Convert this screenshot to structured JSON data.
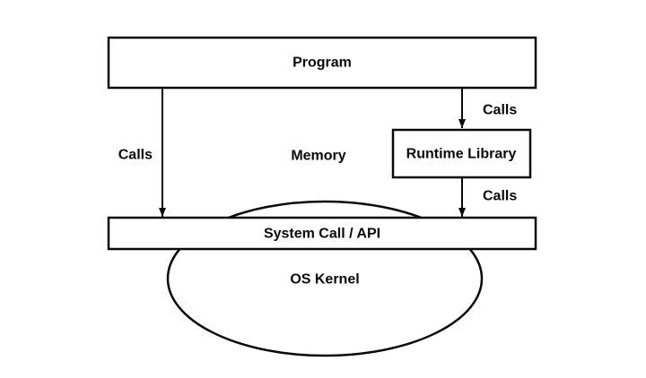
{
  "diagram": {
    "nodes": {
      "program": {
        "label": "Program"
      },
      "runtime_library": {
        "label": "Runtime Library"
      },
      "system_call_api": {
        "label": "System Call / API"
      },
      "os_kernel": {
        "label": "OS Kernel"
      },
      "memory": {
        "label": "Memory"
      }
    },
    "edges": {
      "program_to_syscall": {
        "label": "Calls"
      },
      "program_to_runtime": {
        "label": "Calls"
      },
      "runtime_to_syscall": {
        "label": "Calls"
      }
    },
    "colors": {
      "stroke": "#0a0a0a",
      "text": "#0a0a0a",
      "background": "#ffffff"
    }
  }
}
